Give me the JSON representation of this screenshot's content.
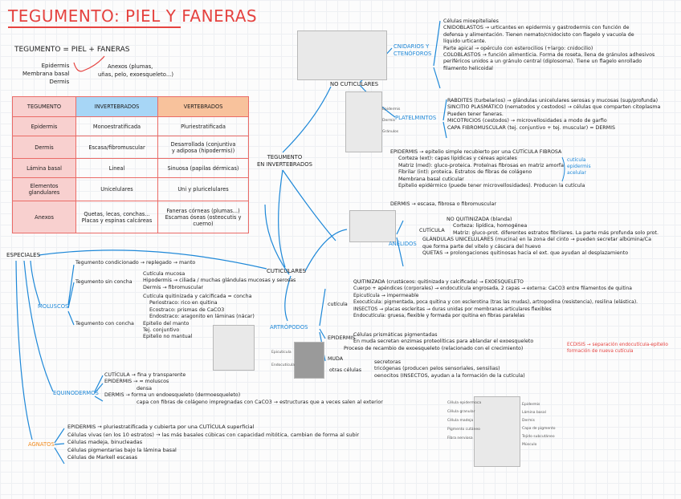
{
  "title": "TEGUMENTO: PIEL Y FANERAS",
  "intro": {
    "formula": "TEGUMENTO = PIEL + FANERAS",
    "left": [
      "Epidermis",
      "Membrana basal",
      "Dermis"
    ],
    "right": [
      "Anexos (plumas,",
      "uñas, pelo, exoesqueleto...)"
    ]
  },
  "table": {
    "headers": [
      "TEGUMENTO",
      "INVERTEBRADOS",
      "VERTEBRADOS"
    ],
    "rows": [
      {
        "label": "Epidermis",
        "inv": [
          "Monoestratificada"
        ],
        "vert": [
          "Pluriestratificada"
        ]
      },
      {
        "label": "Dermis",
        "inv": [
          "Escasa/fibromuscular"
        ],
        "vert": [
          "Desarrollada (conjuntiva",
          "y adiposa (hipodermis))"
        ]
      },
      {
        "label": "Lámina basal",
        "inv": [
          "Lineal"
        ],
        "vert": [
          "Sinuosa (papilas dérmicas)"
        ]
      },
      {
        "label": "Elementos glandulares",
        "inv": [
          "Unicelulares"
        ],
        "vert": [
          "Uni y pluricelulares"
        ]
      },
      {
        "label": "Anexos",
        "inv": [
          "Quetas, lecas, conchas...",
          "Placas y espinas calcáreas"
        ],
        "vert": [
          "Faneras córneas (plumas...)",
          "Escamas óseas (osteocutis y",
          "cuerno)"
        ]
      }
    ]
  },
  "center": {
    "line1": "TEGUMENTO",
    "line2": "EN INVERTEBRADOS"
  },
  "no_cuticulares": "NO CUTICULARES",
  "cuticulares": "CUTICULARES",
  "especiales": "ESPECIALES",
  "cnidarios": {
    "label": [
      "CNIDARIOS Y",
      "CTENÓFOROS"
    ],
    "lines": [
      "Células mioepiteliales",
      "CNIDOBLASTOS → urticantes en epidermis y gastrodermis con función de",
      "defensa y alimentación. Tienen nemato/cnidocisto con flagelo y vacuola de",
      "líquido urticante.",
      "Parte apical → opérculo con esterocilios (+largo: cnidocilio)",
      "COLOBLASTOS → función alimenticia. Forma de roseta, llena de gránulos adhesivos",
      "periféricos unidos a un gránulo central (diplosoma). Tiene un flagelo enrollado",
      "filamento helicoidal"
    ]
  },
  "platelmintos": {
    "label": "PLATELMINTOS",
    "lines": [
      "RABDITES (turbelarios) → glándulas unicelulares serosas y mucosas (sup/profunda)",
      "SINCITIO PLASMÁTICO (nematodos y cestodos) → células que comparten citoplasma",
      "Pueden tener faneras.",
      "MICOTRICIOS (cestodos) → microvellosidades a modo de garfio",
      "CAPA FIBROMUSCULAR (tej. conjuntivo + tej. muscular) = DERMIS"
    ]
  },
  "anelidos": {
    "label": "ANÉLIDOS",
    "epidermis": [
      "EPIDERMIS → epitelio simple recubierto por una CUTÍCULA FIBROSA",
      "Corteza (ext): capas lipídicas y céreas apicales",
      "Matriz (med): gluco-proteica. Proteínas fibrosas en matriz amorfa",
      "Fibrilar (int): proteica. Estratos de fibras de colágeno",
      "Membrana basal cuticular",
      "Epitelio epidérmico (puede tener microvellosidades). Producen la cutícula"
    ],
    "bracket": [
      "cutícula",
      "epidermis",
      "acelular"
    ],
    "dermis": "DERMIS → escasa, fibrosa o fibromuscular",
    "cuticula_label": "CUTÍCULA",
    "cuticula": [
      "NO QUITINIZADA (blanda)",
      "Corteza: lipídica, homogénea",
      "Matriz: gluco-prot. diferentes estratos fibrilares. La parte más profunda solo prot.",
      "GLÁNDULAS UNICELULARES (mucina) en la zona del cinto → pueden secretar albúmina/Ca",
      "que forma parte del vitelo y cáscara del huevo",
      "QUETAS → prolongaciones quitinosas hacia el ext. que ayudan al desplazamiento"
    ]
  },
  "moluscos": {
    "label": "MOLUSCOS",
    "cond": "Tegumento condicionado → replegado → manto",
    "sin_label": "Tegumento sin concha",
    "sin": [
      "Cutícula mucosa",
      "Hipodermis → ciliada / muchas glándulas mucosas y serosas",
      "Dermis → fibromuscular"
    ],
    "con_label": "Tegumento con concha",
    "con": [
      "Cutícula quitinizada y calcificada = concha",
      "Periostraco: rico en quitina",
      "Ecostraco: prismas de CaCO3",
      "Endostraco: aragonito en láminas (nácar)",
      "Epitelio del manto",
      "Tej. conjuntivo",
      "Epitelio no mantual"
    ]
  },
  "artropodos": {
    "label": "ARTRÓPODOS",
    "cuticula_label": "cutícula",
    "cuticula": [
      "QUITINIZADA (crustáceos: quitinizada y calcificada) → EXOESQUELETO",
      "Cuerpo + apéndices (corporales) → endocutícula engrosada, 2 capas → externa: CaCO3 entre filamentos de quitina",
      "Epicutícula → impermeable",
      "Exocutícula: pigmentada, poca quitina y con esclerotina (tras las mudas), artropodina (resistencia), resilina (elástica).",
      "INSECTOS → placas escleritas → duras unidas por membranas articulares flexibles",
      "Endocutícula: gruesa, flexible y formada por quitina en fibras paralelas"
    ],
    "epidermis_label": "EPIDERMIS",
    "epidermis": [
      "Células prismáticas pigmentadas",
      "En muda secretan enzimas proteolíticas para ablandar el exoesqueleto",
      "Proceso de recambio de exoesqueleto (relacionado con el crecimiento)"
    ],
    "ecdisis": [
      "ECDISIS → separación endocutícula-epitelio",
      "formación de nueva cutícula"
    ],
    "muda_label": "MUDA",
    "otras_label": "otras células",
    "otras": [
      "secretoras",
      "tricógenas (producen pelos sensoriales, sensilias)",
      "oenocitos (INSECTOS, ayudan a la formación de la cutícula)"
    ]
  },
  "equinodermos": {
    "label": "EQUINODERMOS",
    "lines": [
      "CUTÍCULA → fina y transparente",
      "EPIDERMIS → ≈ moluscos",
      "densa",
      "DERMIS → forma un endoesqueleto (dermoesqueleto)",
      "capa con fibras de colágeno impregnadas con CaCO3 → estructuras que a veces salen al exterior"
    ]
  },
  "agnatos": {
    "label": "AGNATOS",
    "lines": [
      "EPIDERMIS → pluriestratificada y cubierta por una CUTÍCULA superficial",
      "Células vivas (en los 10 estratos) → las más basales cúbicas con capacidad mitótica, cambian de forma al subir",
      "Células madeja, binucleadas",
      "Células pigmentarias bajo la lámina basal",
      "Células de Markell escasas"
    ]
  },
  "figure_labels": {
    "skin": [
      "Célula epidermoca",
      "Célula granular",
      "Célula madeja",
      "Pigmento cutáneo",
      "Fibra nerviosa",
      "Epidermis",
      "Lámina basal",
      "Dermis",
      "Capa de pigmento",
      "Tejido subcutáneo",
      "Músculo"
    ],
    "plat": [
      "Epidermis",
      "Dermis",
      "Gránulos"
    ],
    "artro": [
      "Epicutícula",
      "Endocutícula"
    ]
  },
  "colors": {
    "red": "#e54340",
    "blue": "#1e88d8",
    "orange": "#f28b1e"
  }
}
